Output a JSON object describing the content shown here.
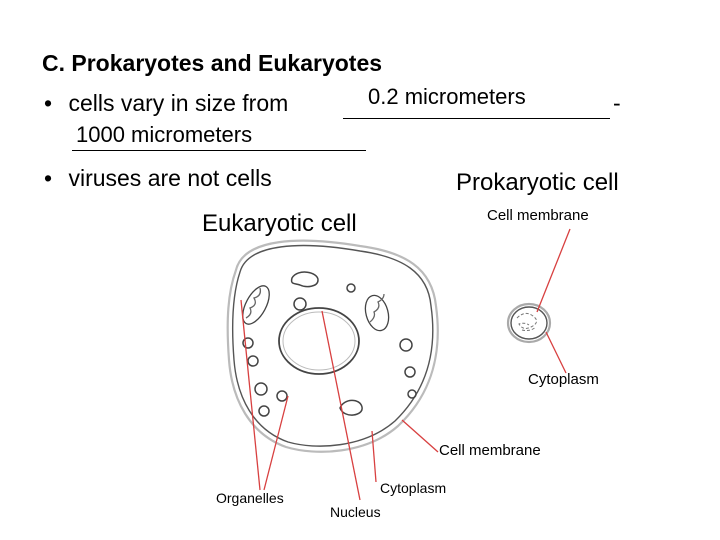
{
  "slide": {
    "title": "C.  Prokaryotes and Eukaryotes",
    "bullet1_prefix": "cells vary in size from",
    "bullet1_answer1": "0.2 micrometers",
    "bullet1_dash": "-",
    "bullet1_answer2": "1000 micrometers",
    "bullet2": "viruses are not cells",
    "bullet_glyph": "•"
  },
  "diagram": {
    "prokaryotic_title": "Prokaryotic cell",
    "eukaryotic_title": "Eukaryotic cell",
    "pro_cell_membrane": "Cell membrane",
    "pro_cytoplasm": "Cytoplasm",
    "euk_cell_membrane": "Cell membrane",
    "euk_organelles": "Organelles",
    "euk_cytoplasm": "Cytoplasm",
    "euk_nucleus": "Nucleus",
    "pointer_color": "#d84040"
  }
}
